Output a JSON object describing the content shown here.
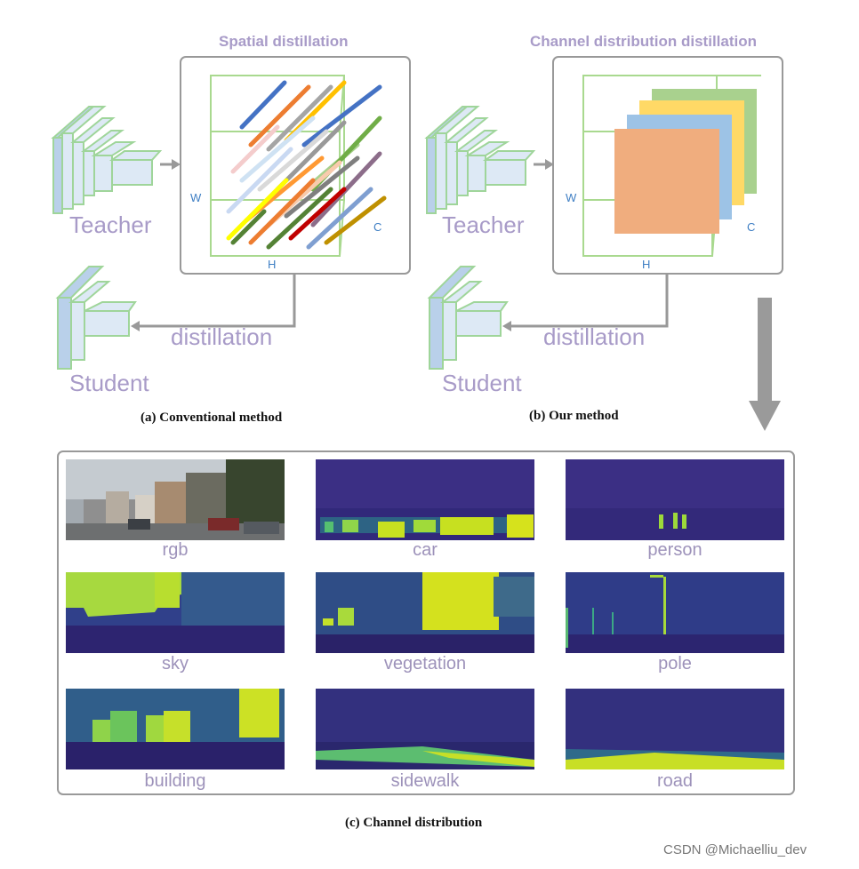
{
  "diagram": {
    "spatial_title": "Spatial distillation",
    "channel_title": "Channel distribution distillation",
    "teacher_label": "Teacher",
    "student_label": "Student",
    "distillation_label": "distillation",
    "axis_w": "W",
    "axis_h": "H",
    "axis_c": "C",
    "caption_a": "(a) Conventional method",
    "caption_b": "(b) Our method",
    "caption_c": "(c) Channel distribution"
  },
  "panels": [
    {
      "label": "rgb"
    },
    {
      "label": "car"
    },
    {
      "label": "person"
    },
    {
      "label": "sky"
    },
    {
      "label": "vegetation"
    },
    {
      "label": "pole"
    },
    {
      "label": "building"
    },
    {
      "label": "sidewalk"
    },
    {
      "label": "road"
    }
  ],
  "colors": {
    "net_fill": "#dde9f5",
    "net_edge": "#9fd59a",
    "net_side": "#b9d0ea",
    "box_border": "#999999",
    "heat_low": "#2d1f6b",
    "heat_high": "#d8e219",
    "channel_orange": "#f0ad7e",
    "channel_blue": "#9dc3e6",
    "channel_yellow": "#ffd966",
    "channel_green": "#a9d18e"
  },
  "watermark": "CSDN @Michaelliu_dev"
}
